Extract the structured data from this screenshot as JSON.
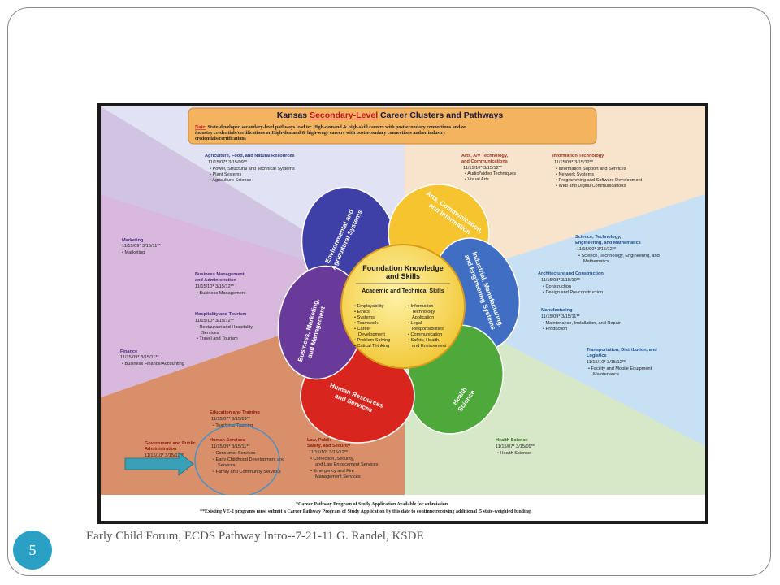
{
  "slide": {
    "footer": "Early Child Forum, ECDS Pathway Intro--7-21-11 G. Randel, KSDE",
    "page_number": "5"
  },
  "colors": {
    "accent": "#2aa1c4",
    "frame": "#8a8a8a",
    "arrow": "#3aa0b8",
    "highlight_circle": "#4a90c8"
  },
  "figure": {
    "title_prefix": "Kansas ",
    "title_emph": "Secondary-Level",
    "title_suffix": " Career Clusters and Pathways",
    "note": {
      "label": "Note:",
      "line1": " State-developed secondary-level pathways lead to: High-demand & high-skill careers with postsecondary connections and/or",
      "line2": "industry credentials/certifications or High-demand & high-wage careers with postsecondary connections and/or industry",
      "line3": "credentials/certifications"
    },
    "clusters": {
      "agriculture": {
        "name": "Agriculture, Food, and Natural Resources",
        "dates": "11/15/07* 3/15/09**",
        "items": [
          "Power, Structural and Technical Systems",
          "Plant Systems",
          "Agriculture Science"
        ]
      },
      "arts": {
        "name1": "Arts, A/V Technology,",
        "name2": "and Communications",
        "dates": "11/15/10* 3/15/12**",
        "items": [
          "Audio/Video Techniques",
          "Visual Arts"
        ]
      },
      "it": {
        "name": "Information Technology",
        "dates": "11/15/09* 3/15/12**",
        "items": [
          "Information Support and Services",
          "Network Systems",
          "Programming and Software Development",
          "Web and Digital Communications"
        ]
      },
      "marketing": {
        "name": "Marketing",
        "dates": "11/15/09* 3/15/11**",
        "items": [
          "Marketing"
        ]
      },
      "business": {
        "name1": "Business Management",
        "name2": "and Administration",
        "dates": "11/15/10* 3/15/12**",
        "items": [
          "Business Management"
        ]
      },
      "hospitality": {
        "name": "Hospitality and Tourism",
        "dates": "11/15/10* 3/15/12**",
        "items": [
          "Restaurant and Hospitality",
          "Services",
          "Travel and Tourism"
        ]
      },
      "finance": {
        "name": "Finance",
        "dates": "11/15/09* 3/15/11**",
        "items": [
          "Business Finance/Accounting"
        ]
      },
      "stem": {
        "name1": "Science, Technology,",
        "name2": "Engineering, and Mathematics",
        "dates": "11/15/09* 3/15/12**",
        "items": [
          "Science, Technology, Engineering, and",
          "Mathematics"
        ]
      },
      "architecture": {
        "name": "Architecture and Construction",
        "dates": "11/15/08* 3/15/10**",
        "items": [
          "Construction",
          "Design and Pre-construction"
        ]
      },
      "manufacturing": {
        "name": "Manufacturing",
        "dates": "11/15/09* 3/15/11**",
        "items": [
          "Maintenance, Installation, and Repair",
          "Production"
        ]
      },
      "transportation": {
        "name1": "Transportation, Distribution, and",
        "name2": "Logistics",
        "dates": "11/15/10* 3/15/12**",
        "items": [
          "Facility and Mobile Equipment",
          "Maintenance"
        ]
      },
      "education": {
        "name": "Education and Training",
        "dates": "11/15/07* 3/15/09**",
        "items": [
          "Teaching/ Training"
        ]
      },
      "government": {
        "name1": "Government and Public",
        "name2": "Administration",
        "dates": "11/15/10* 3/15/12**"
      },
      "human_services": {
        "name": "Human Services",
        "dates": "11/15/09* 3/15/11**",
        "items": [
          "Consumer Services",
          "Early Childhood Development and",
          "Services",
          "Family and Community Services"
        ]
      },
      "law": {
        "name1": "Law, Public",
        "name2": "Safety, and Security",
        "dates": "11/15/10* 3/15/12**",
        "items": [
          "Correction, Security,",
          "and Law Enforcement Services",
          "Emergency and Fire",
          "Management Services"
        ]
      },
      "health": {
        "name": "Health Science",
        "dates": "11/15/07* 3/15/09**",
        "items": [
          "Health Science"
        ]
      }
    },
    "petals": {
      "environmental": [
        "Environmental and",
        "Agricultural Systems"
      ],
      "arts": [
        "Arts, Communication,",
        "and Information"
      ],
      "industrial": [
        "Industrial, Manufacturing,",
        "and Engineering Systems"
      ],
      "health": [
        "Health",
        "Science"
      ],
      "human": [
        "Human Resources",
        "and Services"
      ],
      "business": [
        "Business, Marketing,",
        "and Management"
      ]
    },
    "center": {
      "title1": "Foundation Knowledge",
      "title2": "and Skills",
      "subtitle": "Academic and Technical Skills",
      "left_items": [
        "Employability",
        "Ethics",
        "Systems",
        "Teamwork",
        "Career",
        "Development",
        "Problem Solving",
        "Critical Thinking"
      ],
      "right_items": [
        "Information",
        "Technology",
        "Application",
        "Legal",
        "Responsibilities",
        "Communication",
        "Safety, Health,",
        "and Environment"
      ]
    },
    "footnote1": "*Career Pathway Program of Study Application Available for submission",
    "footnote2": "**Existing VE-2 programs must submit a Career Pathway Program of Study Application by this date to continue receiving additional .5 state-weighted funding."
  }
}
